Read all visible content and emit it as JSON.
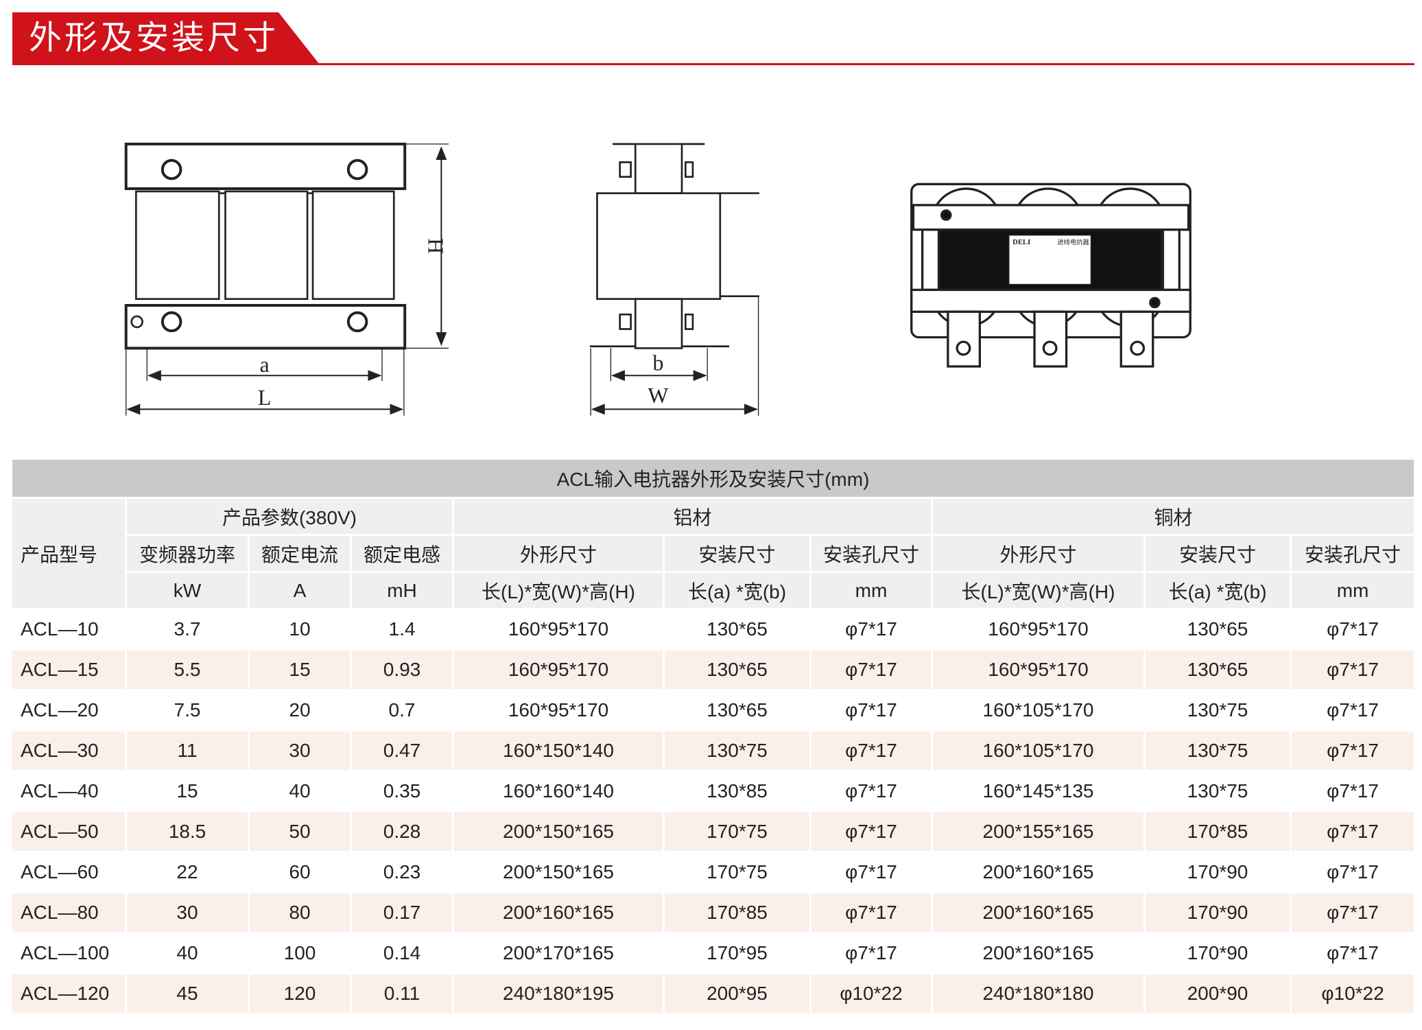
{
  "header": {
    "title": "外形及安装尺寸"
  },
  "drawings": {
    "front": {
      "dim_a": "a",
      "dim_L": "L",
      "dim_H": "H"
    },
    "side": {
      "dim_b": "b",
      "dim_W": "W"
    },
    "nameplate": {
      "brand": "DELI",
      "title": "进线电抗器"
    }
  },
  "table": {
    "title": "ACL输入电抗器外形及安装尺寸(mm)",
    "model_header": "产品型号",
    "group_params": "产品参数(380V)",
    "group_al": "铝材",
    "group_cu": "铜材",
    "col_headers": [
      "变频器功率",
      "额定电流",
      "额定电感",
      "外形尺寸",
      "安装尺寸",
      "安装孔尺寸",
      "外形尺寸",
      "安装尺寸",
      "安装孔尺寸"
    ],
    "units": [
      "kW",
      "A",
      "mH",
      "长(L)*宽(W)*高(H)",
      "长(a) *宽(b)",
      "mm",
      "长(L)*宽(W)*高(H)",
      "长(a) *宽(b)",
      "mm"
    ],
    "rows": [
      [
        "ACL—10",
        "3.7",
        "10",
        "1.4",
        "160*95*170",
        "130*65",
        "φ7*17",
        "160*95*170",
        "130*65",
        "φ7*17"
      ],
      [
        "ACL—15",
        "5.5",
        "15",
        "0.93",
        "160*95*170",
        "130*65",
        "φ7*17",
        "160*95*170",
        "130*65",
        "φ7*17"
      ],
      [
        "ACL—20",
        "7.5",
        "20",
        "0.7",
        "160*95*170",
        "130*65",
        "φ7*17",
        "160*105*170",
        "130*75",
        "φ7*17"
      ],
      [
        "ACL—30",
        "11",
        "30",
        "0.47",
        "160*150*140",
        "130*75",
        "φ7*17",
        "160*105*170",
        "130*75",
        "φ7*17"
      ],
      [
        "ACL—40",
        "15",
        "40",
        "0.35",
        "160*160*140",
        "130*85",
        "φ7*17",
        "160*145*135",
        "130*75",
        "φ7*17"
      ],
      [
        "ACL—50",
        "18.5",
        "50",
        "0.28",
        "200*150*165",
        "170*75",
        "φ7*17",
        "200*155*165",
        "170*85",
        "φ7*17"
      ],
      [
        "ACL—60",
        "22",
        "60",
        "0.23",
        "200*150*165",
        "170*75",
        "φ7*17",
        "200*160*165",
        "170*90",
        "φ7*17"
      ],
      [
        "ACL—80",
        "30",
        "80",
        "0.17",
        "200*160*165",
        "170*85",
        "φ7*17",
        "200*160*165",
        "170*90",
        "φ7*17"
      ],
      [
        "ACL—100",
        "40",
        "100",
        "0.14",
        "200*170*165",
        "170*95",
        "φ7*17",
        "200*160*165",
        "170*90",
        "φ7*17"
      ],
      [
        "ACL—120",
        "45",
        "120",
        "0.11",
        "240*180*195",
        "200*95",
        "φ10*22",
        "240*180*180",
        "200*90",
        "φ10*22"
      ]
    ]
  },
  "colors": {
    "accent": "#d0121b",
    "title_bg": "#c8c9c9",
    "header_bg": "#efefef",
    "alt_row": "#fbefea"
  }
}
